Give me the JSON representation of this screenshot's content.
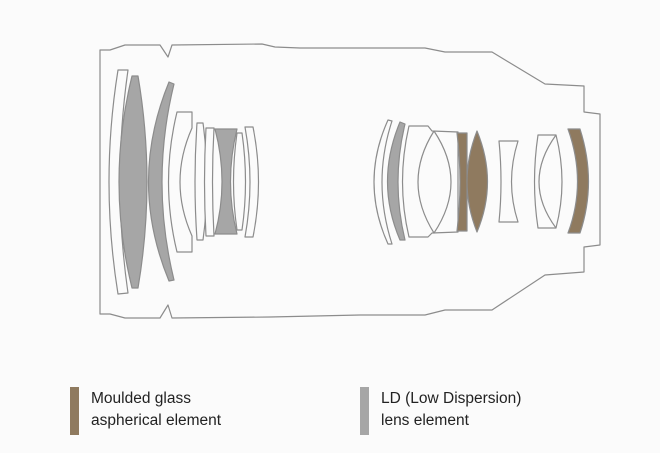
{
  "colors": {
    "aspherical": "#8f7a5f",
    "ld": "#a6a6a6",
    "outline": "#8c8c8c"
  },
  "legend": [
    {
      "line1": "Moulded glass",
      "line2": "aspherical element",
      "color_key": "aspherical"
    },
    {
      "line1": "LD (Low Dispersion)",
      "line2": "lens element",
      "color_key": "ld"
    }
  ]
}
